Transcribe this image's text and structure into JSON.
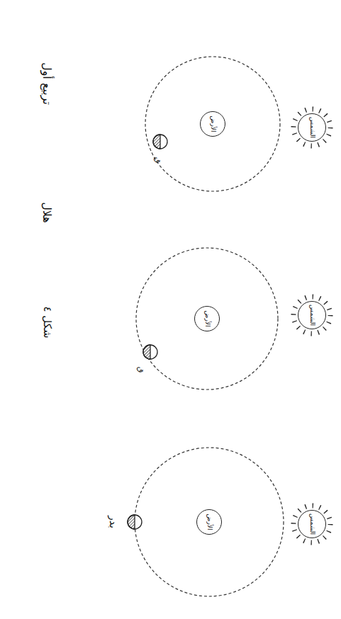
{
  "diagram": {
    "nodes": [
      {
        "text": [
          "الشمس"
        ]
      },
      {
        "text": [
          "الأرض"
        ]
      },
      {
        "text": [
          "الشمس"
        ]
      },
      {
        "text": [
          "الأرض"
        ]
      },
      {
        "text": [
          "الشمس"
        ]
      },
      {
        "text": [
          "الأرض"
        ]
      }
    ],
    "labels": [
      "تربيع أول",
      "ق",
      "شكل ٤",
      "هلال",
      "ق",
      "بدر"
    ]
  }
}
